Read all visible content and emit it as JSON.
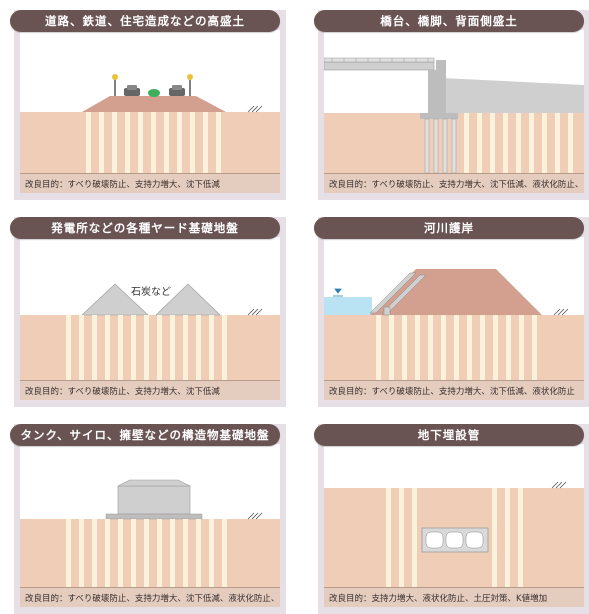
{
  "panels": [
    {
      "title": "道路、鉄道、住宅造成などの高盛土",
      "purpose": "改良目的：すべり破壊防止、支持力増大、沈下低減"
    },
    {
      "title": "橋台、橋脚、背面側盛土",
      "purpose": "改良目的：すべり破壊防止、支持力増大、沈下低減、液状化防止、K値増加"
    },
    {
      "title": "発電所などの各種ヤード基礎地盤",
      "purpose": "改良目的：すべり破壊防止、支持力増大、沈下低減",
      "label": "石炭など"
    },
    {
      "title": "河川護岸",
      "purpose": "改良目的：すべり破壊防止、支持力増大、沈下低減、液状化防止"
    },
    {
      "title": "タンク、サイロ、擁壁などの構造物基礎地盤",
      "purpose": "改良目的：すべり破壊防止、支持力増大、沈下低減、液状化防止、K値増加"
    },
    {
      "title": "地下埋設管",
      "purpose": "改良目的：支持力増大、液状化防止、土圧対策、K値増加"
    }
  ],
  "colors": {
    "title_bg": "#6a5353",
    "soil": "#efcdb7",
    "embankment": "#d3a08f",
    "pile": "#fbf2dc",
    "structure": "#cfcfcf",
    "water": "#b9e2f2",
    "panel_bg": "#e6e0e6"
  }
}
